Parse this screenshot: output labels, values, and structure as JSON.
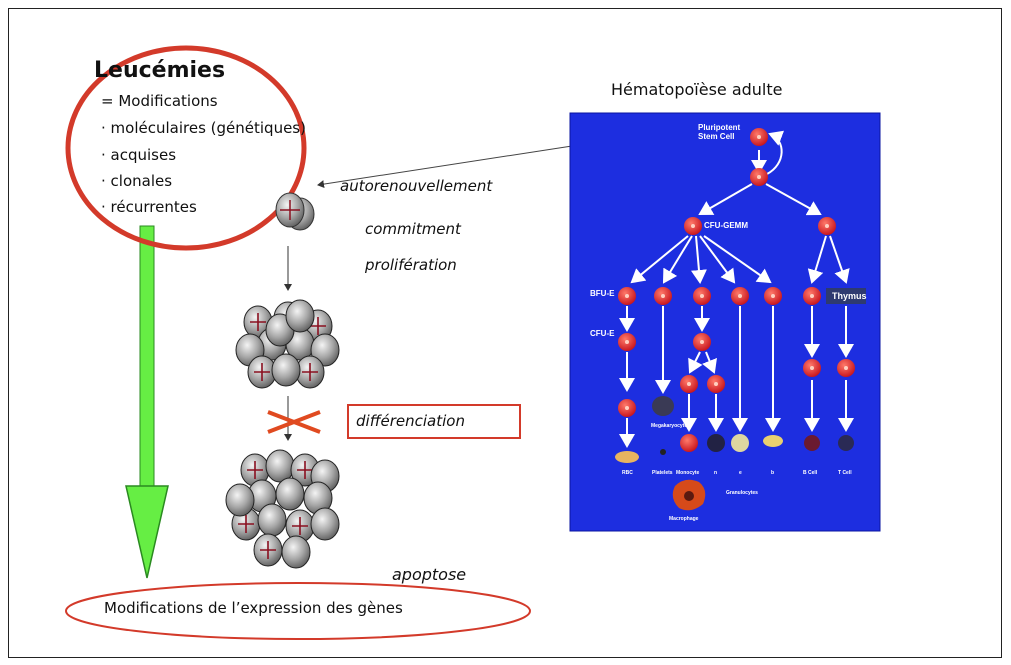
{
  "leukemia": {
    "title": "Leucémies",
    "definition": "= Modifications",
    "bullets": [
      "moléculaires (génétiques)",
      "acquises",
      "clonales",
      "récurrentes"
    ]
  },
  "process": {
    "self_renewal": "autorenouvellement",
    "commitment": "commitment",
    "proliferation": "prolifération",
    "differentiation": "différenciation",
    "apoptosis": "apoptose",
    "gene_expression": "Modifications de l’expression des gènes"
  },
  "hematopoiesis": {
    "title": "Hématopoïèse adulte",
    "labels": {
      "stem_cell": "Pluripotent\nStem Cell",
      "cfu_gemm": "CFU-GEMM",
      "bfu_e": "BFU-E",
      "cfu_e": "CFU-E",
      "thymus": "Thymus",
      "megakaryocyte": "Megakaryocyte",
      "rbc": "RBC",
      "platelets": "Platelets",
      "monocyte": "Monocyte",
      "n": "n",
      "e": "e",
      "b": "b",
      "b_cell": "B Cell",
      "t_cell": "T Cell",
      "granulocytes": "Granulocytes",
      "macrophage": "Macrophage"
    }
  },
  "colors": {
    "panel_blue": "#1d2ee0",
    "cell_red": "#e0242a",
    "ellipse_red": "#d33a2a",
    "arrow_green": "#66ee44",
    "cell_grey": "#9a9a9a"
  }
}
